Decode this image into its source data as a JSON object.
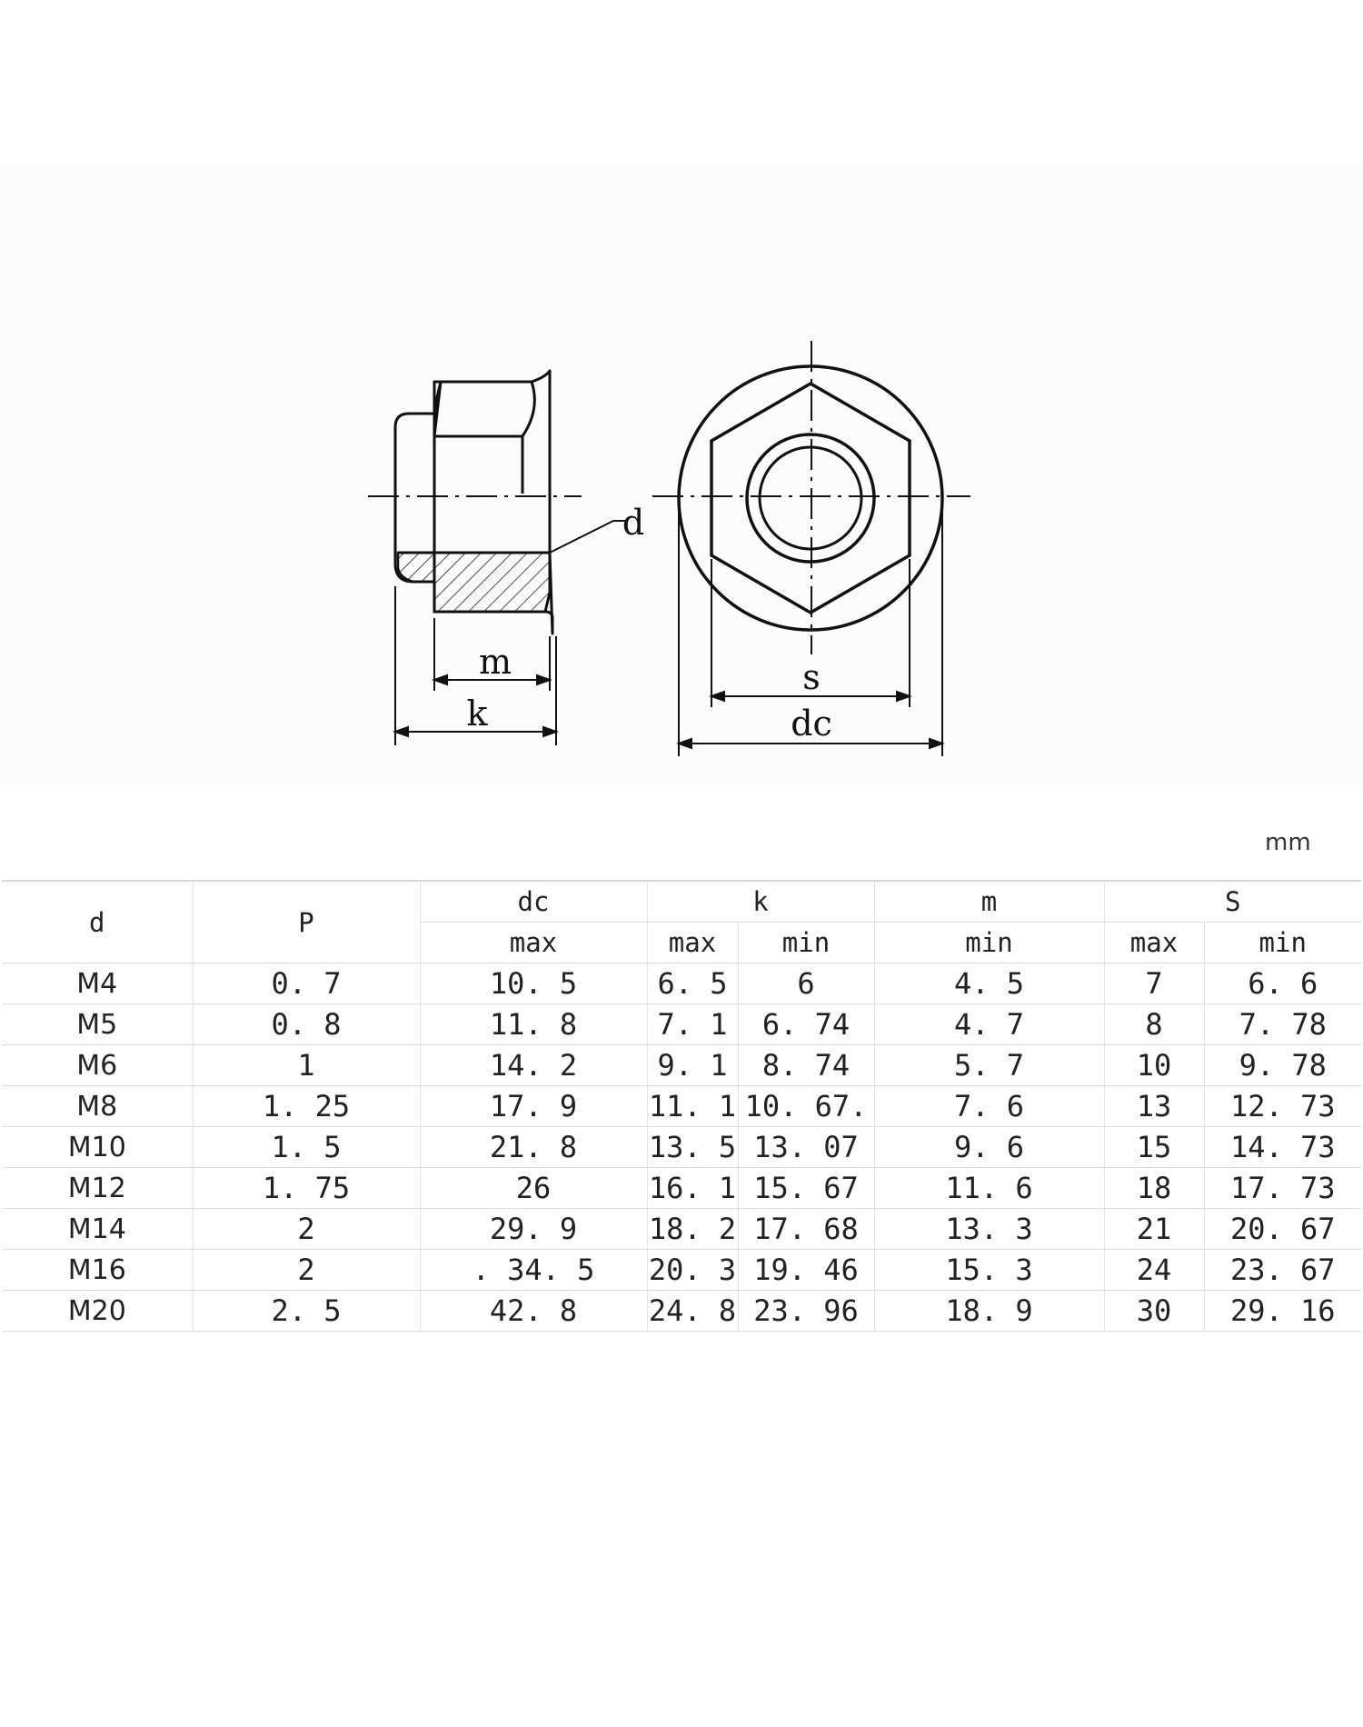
{
  "drawing": {
    "label_d": "d",
    "label_m": "m",
    "label_k": "k",
    "label_s": "s",
    "label_dc": "dc"
  },
  "unit": "mm",
  "table": {
    "headers": {
      "d": "d",
      "P": "P",
      "dc": "dc",
      "k": "k",
      "m": "m",
      "S": "S",
      "dc_sub": "max",
      "k_max": "max",
      "k_min": "min",
      "m_sub": "min",
      "s_max": "max",
      "s_min": "min"
    },
    "rows": [
      [
        "M4",
        "0. 7",
        "10. 5",
        "6. 5",
        "6",
        "4. 5",
        "7",
        "6. 6"
      ],
      [
        "M5",
        "0. 8",
        "11. 8",
        "7. 1",
        "6. 74",
        "4. 7",
        "8",
        "7. 78"
      ],
      [
        "M6",
        "1",
        "14. 2",
        "9. 1",
        "8. 74",
        "5. 7",
        "10",
        "9. 78"
      ],
      [
        "M8",
        "1. 25",
        "17. 9",
        "11. 1",
        "10. 67.",
        "7. 6",
        "13",
        "12. 73"
      ],
      [
        "M10",
        "1. 5",
        "21. 8",
        "13. 5",
        "13. 07",
        "9. 6",
        "15",
        "14. 73"
      ],
      [
        "M12",
        "1. 75",
        "26",
        "16. 1",
        "15. 67",
        "11. 6",
        "18",
        "17. 73"
      ],
      [
        "M14",
        "2",
        "29. 9",
        "18. 2",
        "17. 68",
        "13. 3",
        "21",
        "20. 67"
      ],
      [
        "M16",
        "2",
        ". 34. 5",
        "20. 3",
        "19. 46",
        "15. 3",
        "24",
        "23. 67"
      ],
      [
        "M20",
        "2. 5",
        "42. 8",
        "24. 8",
        "23. 96",
        "18. 9",
        "30",
        "29. 16"
      ]
    ]
  }
}
